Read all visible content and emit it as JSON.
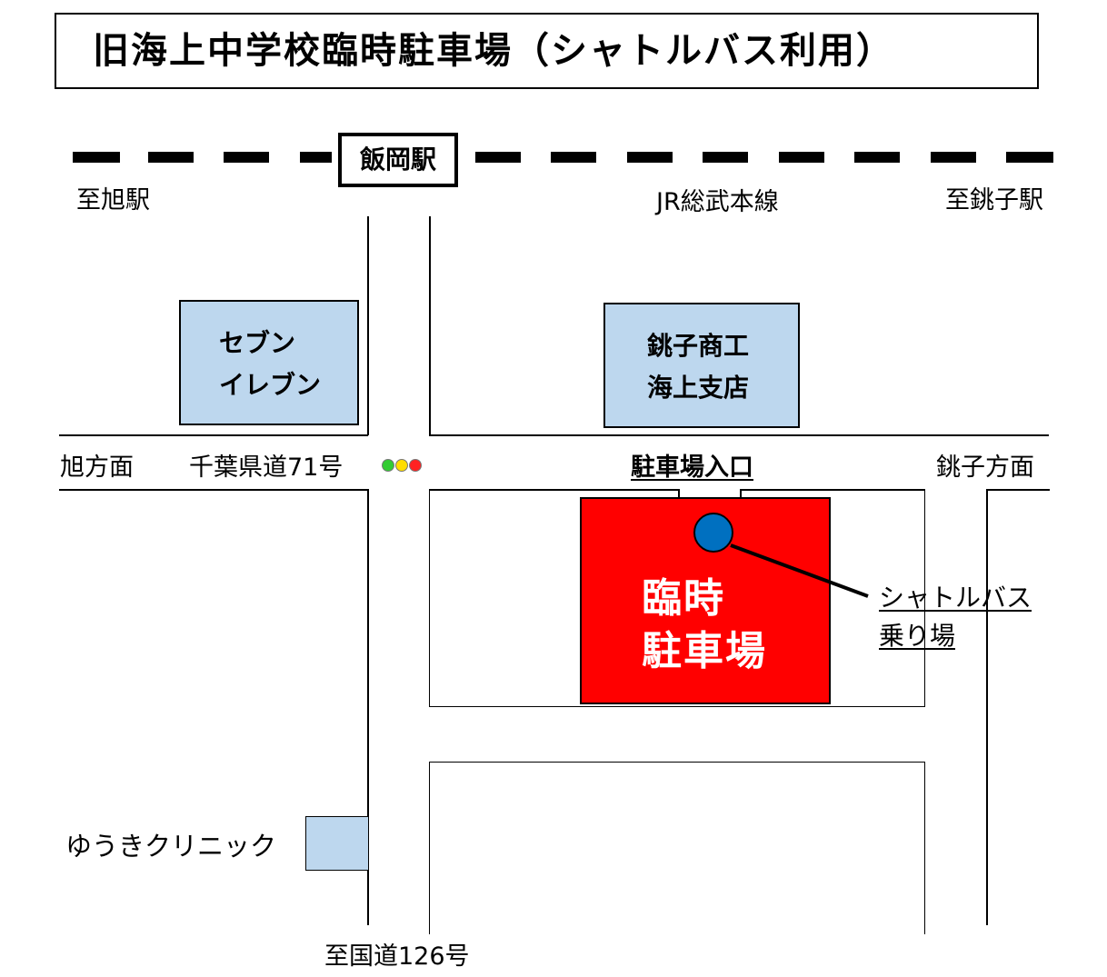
{
  "title": "旧海上中学校臨時駐車場（シャトルバス利用）",
  "railway": {
    "station": "飯岡駅",
    "line_name": "JR総武本線",
    "to_left": "至旭駅",
    "to_right": "至銚子駅"
  },
  "road": {
    "name": "千葉県道71号",
    "west_direction": "旭方面",
    "east_direction": "銚子方面",
    "south_destination": "至国道126号"
  },
  "traffic_light_colors": [
    "#33cc33",
    "#ffdd00",
    "#ff2222"
  ],
  "buildings": {
    "seven_eleven": {
      "line1": "セブン",
      "line2": "イレブン",
      "color": "#bdd7ee"
    },
    "choshi_shoko": {
      "line1": "銚子商工",
      "line2": "海上支店",
      "color": "#bdd7ee"
    },
    "yuuki_clinic": {
      "label": "ゆうきクリニック",
      "color": "#bdd7ee"
    }
  },
  "parking": {
    "line1": "臨時",
    "line2": "駐車場",
    "entrance": "駐車場入口",
    "color": "#ff0000"
  },
  "bus_stop": {
    "line1": "シャトルバス",
    "line2": "乗り場",
    "marker_color": "#0070c0"
  }
}
